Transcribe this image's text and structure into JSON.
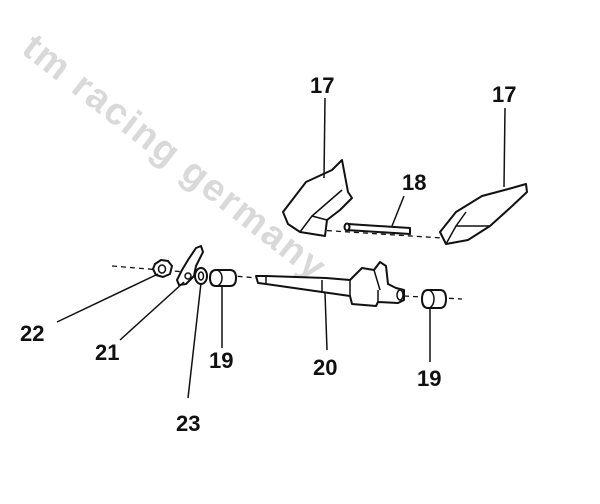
{
  "watermark": "tm racing germany",
  "callouts": {
    "c17a": "17",
    "c17b": "17",
    "c18": "18",
    "c19a": "19",
    "c19b": "19",
    "c20": "20",
    "c21": "21",
    "c22": "22",
    "c23": "23"
  },
  "colors": {
    "line": "#111111",
    "watermark": "#d9d9d9",
    "background": "#ffffff"
  }
}
